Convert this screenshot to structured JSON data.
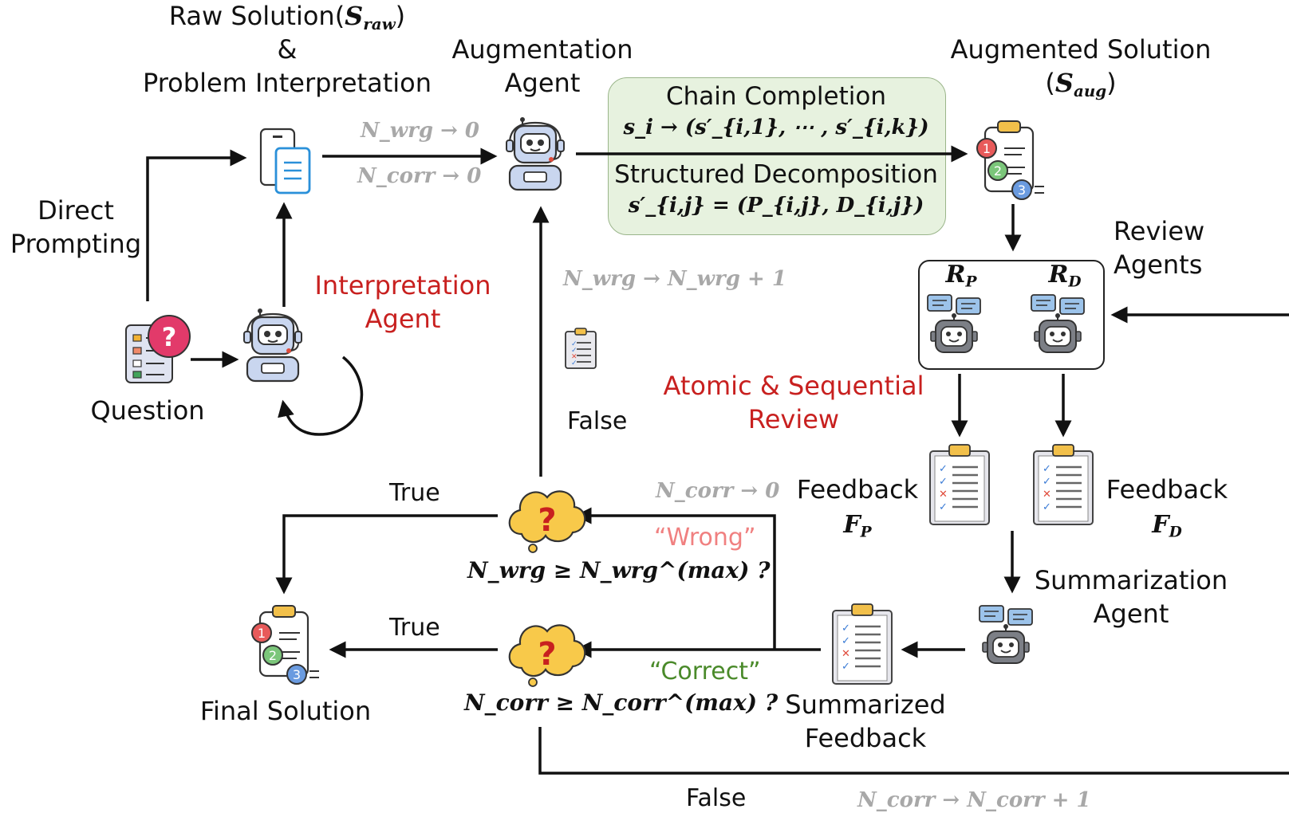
{
  "diagram": {
    "raw_solution": {
      "line1": "Raw Solution(",
      "sym": "S",
      "sub": "raw",
      "close": ")",
      "amp": "&",
      "line3": "Problem Interpretation"
    },
    "augmentation_agent": {
      "line1": "Augmentation",
      "line2": "Agent"
    },
    "augmented_solution": {
      "line1": "Augmented Solution",
      "open": "(",
      "sym": "S",
      "sub": "aug",
      "close": ")"
    },
    "direct_prompting": {
      "line1": "Direct",
      "line2": "Prompting"
    },
    "interpretation_agent": {
      "line1": "Interpretation",
      "line2": "Agent"
    },
    "question": "Question",
    "review_agents": {
      "line1": "Review",
      "line2": "Agents",
      "rp": "R",
      "rp_sub": "P",
      "rd": "R",
      "rd_sub": "D"
    },
    "atomic_review": {
      "line1": "Atomic & Sequential",
      "line2": "Review"
    },
    "feedback_p": {
      "line1": "Feedback",
      "sym": "F",
      "sub": "P"
    },
    "feedback_d": {
      "line1": "Feedback",
      "sym": "F",
      "sub": "D"
    },
    "summarization_agent": {
      "line1": "Summarization",
      "line2": "Agent"
    },
    "summarized_feedback": {
      "line1": "Summarized",
      "line2": "Feedback"
    },
    "final_solution": "Final Solution",
    "chain_completion": {
      "title": "Chain Completion",
      "formula": "s_i → (s′_{i,1}, ⋯ , s′_{i,k})"
    },
    "structured_decomposition": {
      "title": "Structured Decomposition",
      "formula": "s′_{i,j} = (P_{i,j}, D_{i,j})"
    },
    "counters": {
      "nwrg_zero": "N_wrg → 0",
      "ncorr_zero_top": "N_corr → 0",
      "nwrg_inc": "N_wrg → N_wrg + 1",
      "ncorr_zero_mid": "N_corr → 0",
      "ncorr_inc": "N_corr → N_corr + 1"
    },
    "edges": {
      "true_top": "True",
      "true_bottom": "True",
      "false_left": "False",
      "false_bottom": "False",
      "wrong": "“Wrong”",
      "correct": "“Correct”"
    },
    "conditions": {
      "wrg": "N_wrg ≥ N_wrg^(max) ?",
      "corr": "N_corr ≥ N_corr^(max) ?"
    }
  }
}
